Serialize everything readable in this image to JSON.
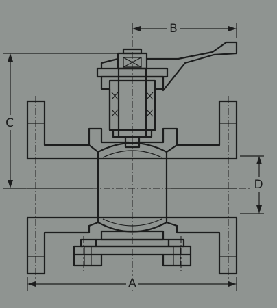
{
  "dimensions": {
    "a": "A",
    "b": "B",
    "c": "C",
    "d": "D"
  },
  "colors": {
    "paper": "#8f9491",
    "ink": "#1c1d1d"
  }
}
